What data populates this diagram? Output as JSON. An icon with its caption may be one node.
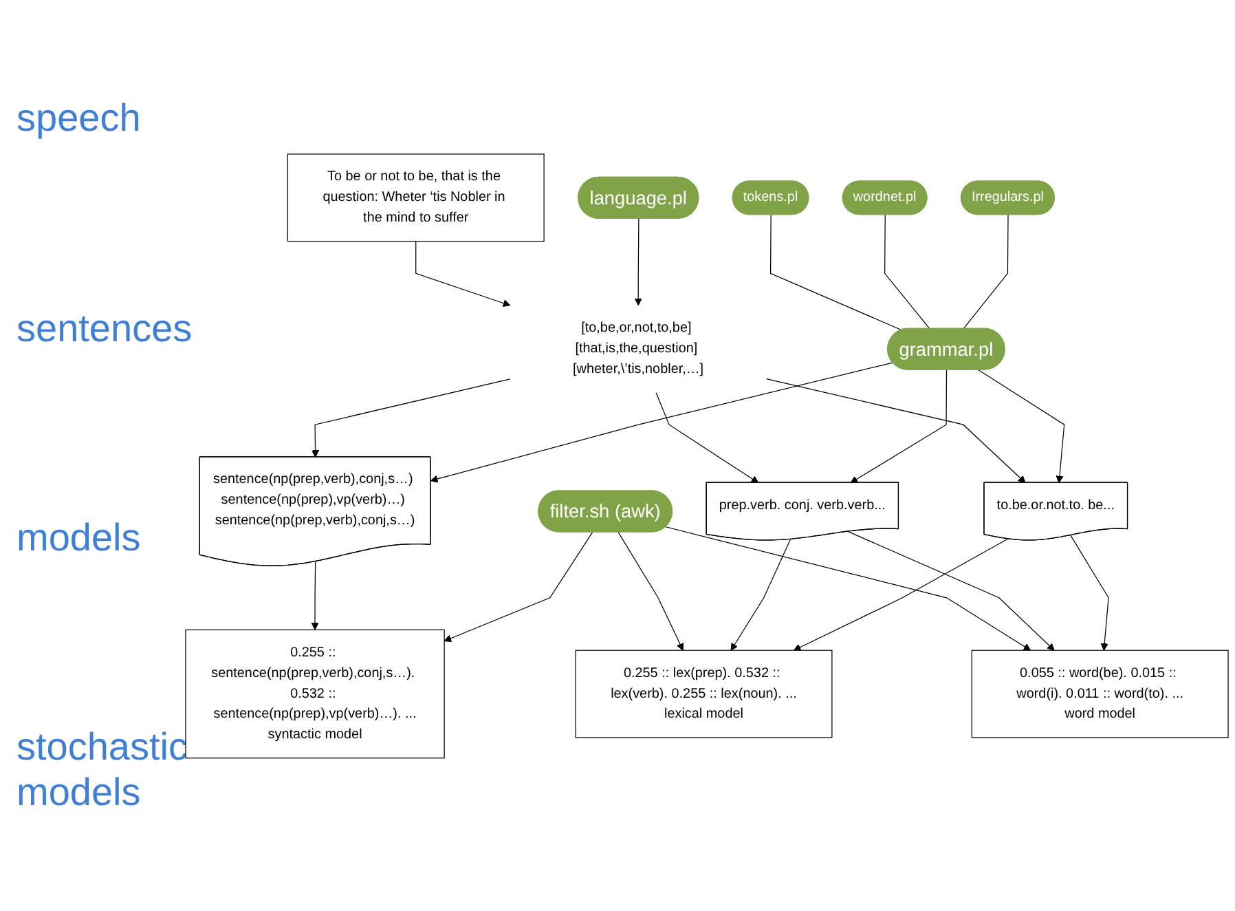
{
  "diagram": {
    "nodes": [
      {
        "text": [
          "To be or not to be, that is the question: Wheter ‘tis Nobler in the mind to suffer"
        ]
      },
      {
        "text": [
          "language.pl"
        ]
      },
      {
        "text": [
          "[to,be,or,not,to,be] [that,is,the,question] [wheter,\\’tis,nobler,…]"
        ]
      },
      {
        "text": [
          "grammar.pl"
        ]
      },
      {
        "text": [
          "tokens.pl"
        ]
      },
      {
        "text": [
          "wordnet.pl"
        ]
      },
      {
        "text": [
          "Irregulars.pl"
        ]
      },
      {
        "text": [
          "sentence(np(prep,verb),conj,s…) sentence(np(prep),vp(verb)…) sentence(np(prep,verb),conj,s…)"
        ]
      },
      {
        "text": [
          "prep.verb. conj. verb.verb..."
        ]
      },
      {
        "text": [
          "to.be.or.not.to. be..."
        ]
      },
      {
        "text": [
          "filter.sh (awk)"
        ]
      },
      {
        "text": [
          "0.255 :: sentence(np(prep,verb),conj,s…). 0.532 :: sentence(np(prep),vp(verb)…). ...",
          "syntactic model"
        ]
      },
      {
        "text": [
          "0.255 :: lex(prep). 0.532 :: lex(verb). 0.255 :: lex(noun). ...",
          "lexical model"
        ]
      },
      {
        "text": [
          "0.055 :: word(be). 0.015 :: word(i). 0.011 :: word(to). ...",
          "word model"
        ]
      }
    ],
    "edges": [
      {
        "from": 0,
        "to": 2,
        "arrow": "to"
      },
      {
        "from": 1,
        "to": 2,
        "arrow": "to"
      },
      {
        "from": 2,
        "to": 7,
        "arrow": "to"
      },
      {
        "from": 2,
        "to": 8,
        "arrow": "to"
      },
      {
        "from": 2,
        "to": 9,
        "arrow": "to"
      },
      {
        "from": 3,
        "to": 7,
        "arrow": "to"
      },
      {
        "from": 3,
        "to": 8,
        "arrow": "to"
      },
      {
        "from": 3,
        "to": 9,
        "arrow": "to"
      },
      {
        "from": 4,
        "to": 3,
        "arrow": "none"
      },
      {
        "from": 5,
        "to": 3,
        "arrow": "none"
      },
      {
        "from": 6,
        "to": 3,
        "arrow": "none"
      },
      {
        "from": 7,
        "to": 11,
        "arrow": "to"
      },
      {
        "from": 10,
        "to": 11,
        "arrow": "to"
      },
      {
        "from": 10,
        "to": 12,
        "arrow": "to"
      },
      {
        "from": 10,
        "to": 13,
        "arrow": "to"
      },
      {
        "from": 8,
        "to": 12,
        "arrow": "to"
      },
      {
        "from": 8,
        "to": 13,
        "arrow": "to"
      },
      {
        "from": 9,
        "to": 12,
        "arrow": "to"
      },
      {
        "from": 9,
        "to": 13,
        "arrow": "to"
      }
    ],
    "labels": [
      "speech",
      "sentences",
      "models",
      "stochastic models"
    ]
  }
}
